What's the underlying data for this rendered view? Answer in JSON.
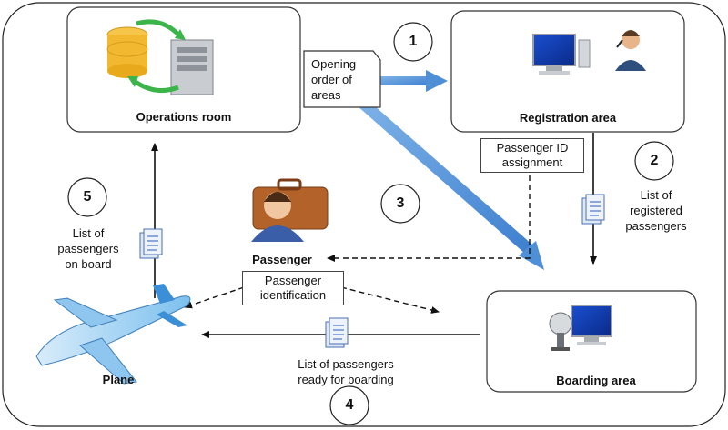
{
  "nodes": {
    "operations": "Operations room",
    "registration": "Registration area",
    "passenger": "Passenger",
    "plane": "Plane",
    "boarding": "Boarding area"
  },
  "notes": {
    "opening_order": [
      "Opening",
      "order of",
      "areas"
    ],
    "passenger_id_assignment": [
      "Passenger ID",
      "assignment"
    ],
    "passenger_identification": [
      "Passenger",
      "identification"
    ]
  },
  "flows": {
    "registered_list": [
      "List of",
      "registered",
      "passengers"
    ],
    "onboard_list": [
      "List of",
      "passengers",
      "on board"
    ],
    "ready_list": [
      "List of passengers",
      "ready for boarding"
    ]
  },
  "steps": [
    "1",
    "2",
    "3",
    "4",
    "5"
  ],
  "icons": {
    "operations": "database-server-sync-icon",
    "registration": "computer-agent-icon",
    "passenger": "passenger-suitcase-icon",
    "plane": "airplane-icon",
    "boarding": "computer-scanner-icon",
    "document": "document-list-icon"
  },
  "colors": {
    "blue_arrow": "#4f8fd6",
    "box_border": "#333333"
  }
}
